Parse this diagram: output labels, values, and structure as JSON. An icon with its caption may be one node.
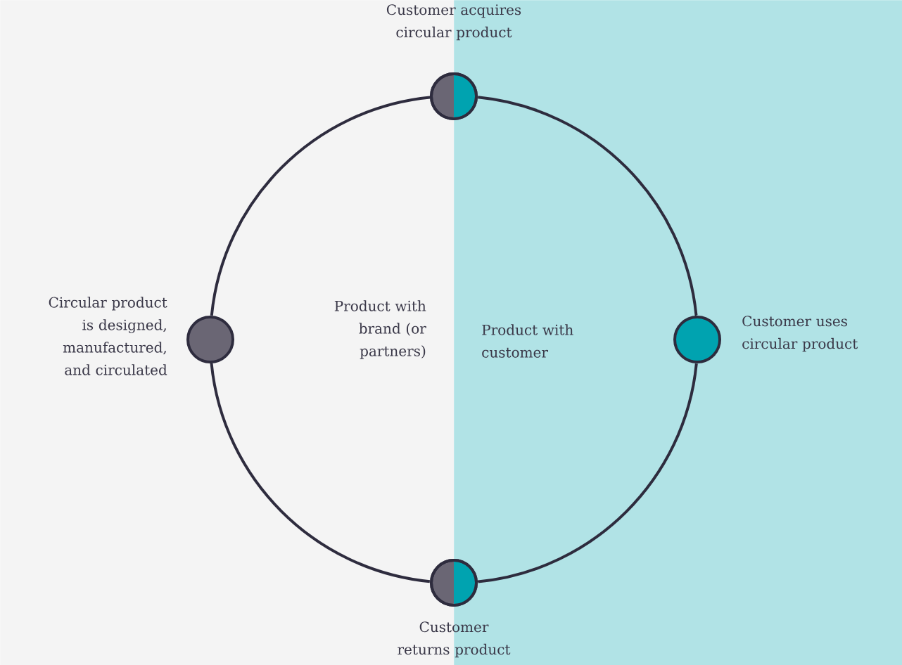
{
  "diagram": {
    "nodes": [
      {
        "text": [
          "Product with brand (or partners)"
        ]
      },
      {
        "text": [
          "Product with customer"
        ]
      },
      {
        "text": [
          "Customer acquires circular product"
        ]
      },
      {
        "text": [
          "Circular product is designed, manufactured, and circulated"
        ],
        "in": 0
      },
      {
        "text": [
          "Customer uses circular product"
        ],
        "in": 1
      },
      {
        "text": [
          "Customer returns product"
        ]
      }
    ],
    "edges": [
      {
        "from": 3,
        "to": 2,
        "arrow": "none"
      },
      {
        "from": 2,
        "to": 4,
        "arrow": "none"
      },
      {
        "from": 4,
        "to": 5,
        "arrow": "none"
      },
      {
        "from": 5,
        "to": 3,
        "arrow": "none"
      }
    ]
  }
}
